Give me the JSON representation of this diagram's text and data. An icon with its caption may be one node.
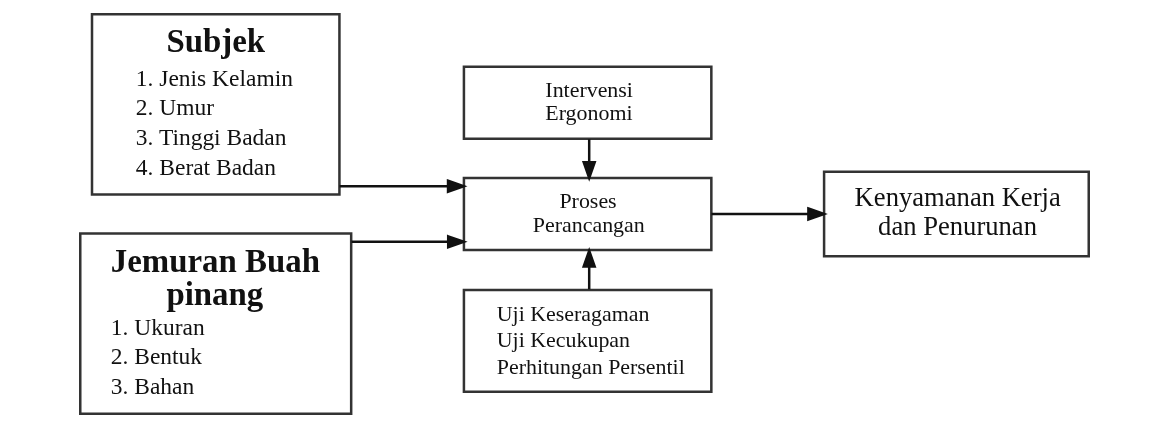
{
  "diagram": {
    "nodes": [
      {
        "text": [
          "Subjek",
          "1. Jenis Kelamin",
          "2. Umur",
          "3. Tinggi Badan",
          "4. Berat Badan"
        ]
      },
      {
        "text": [
          "Jemuran Buah pinang",
          "1. Ukuran",
          "2. Bentuk",
          "3. Bahan"
        ]
      },
      {
        "text": [
          "Intervensi Ergonomi"
        ]
      },
      {
        "text": [
          "Proses Perancangan"
        ]
      },
      {
        "text": [
          "Kenyamanan Kerja dan Penurunan"
        ]
      },
      {
        "text": [
          "Uji Keseragaman",
          "Uji Kecukupan",
          "Perhitungan Persentil"
        ]
      }
    ],
    "edges": [
      {
        "from": 0,
        "to": 3,
        "arrow": "to"
      },
      {
        "from": 1,
        "to": 3,
        "arrow": "to"
      },
      {
        "from": 2,
        "to": 3,
        "arrow": "to"
      },
      {
        "from": 5,
        "to": 3,
        "arrow": "to"
      },
      {
        "from": 3,
        "to": 4,
        "arrow": "to"
      }
    ]
  }
}
